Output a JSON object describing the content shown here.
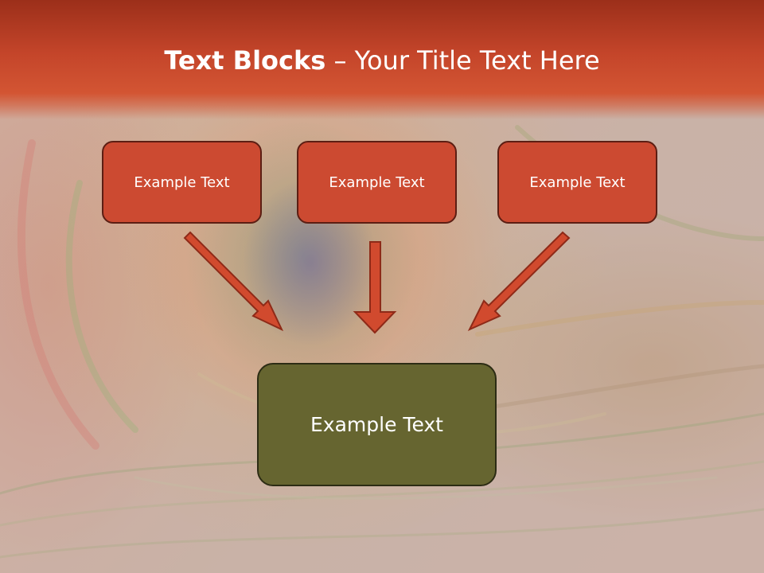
{
  "slide": {
    "title_bold": "Text Blocks",
    "title_separator": " – ",
    "title_rest": "Your Title Text Here",
    "top_boxes": [
      {
        "label": "Example Text"
      },
      {
        "label": "Example Text"
      },
      {
        "label": "Example Text"
      }
    ],
    "bottom_box": {
      "label": "Example Text"
    }
  },
  "colors": {
    "header": "#c4452a",
    "box_fill": "#cc4a31",
    "box_border": "#5c1e13",
    "bottom_fill": "#666530",
    "arrow_fill": "#d14a2e",
    "arrow_stroke": "#8e2a18"
  }
}
